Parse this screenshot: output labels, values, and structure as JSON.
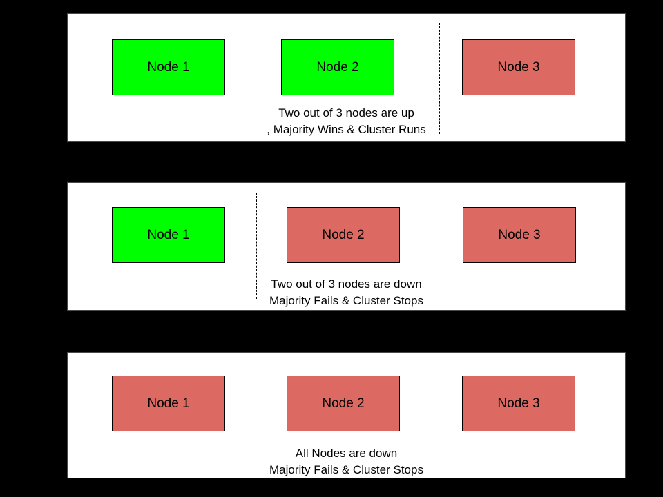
{
  "colors": {
    "page_background": "#000000",
    "panel_background": "#ffffff",
    "node_up": "#00ff00",
    "node_down": "#dc6a63",
    "node_border": "#000000",
    "divider": "#000000",
    "text": "#000000"
  },
  "panels": [
    {
      "name": "two-nodes-up",
      "nodes": [
        {
          "label": "Node 1",
          "status": "up"
        },
        {
          "label": "Node 2",
          "status": "up"
        },
        {
          "label": "Node 3",
          "status": "down"
        }
      ],
      "divider": "between Node 2 and Node 3",
      "caption_line1": "Two out of 3 nodes are up",
      "caption_line2": ", Majority Wins & Cluster Runs"
    },
    {
      "name": "two-nodes-down",
      "nodes": [
        {
          "label": "Node 1",
          "status": "up"
        },
        {
          "label": "Node 2",
          "status": "down"
        },
        {
          "label": "Node 3",
          "status": "down"
        }
      ],
      "divider": "between Node 1 and Node 2",
      "caption_line1": "Two out of 3 nodes are down",
      "caption_line2": "Majority Fails & Cluster Stops"
    },
    {
      "name": "all-nodes-down",
      "nodes": [
        {
          "label": "Node 1",
          "status": "down"
        },
        {
          "label": "Node 2",
          "status": "down"
        },
        {
          "label": "Node 3",
          "status": "down"
        }
      ],
      "divider": "none",
      "caption_line1": "All Nodes are down",
      "caption_line2": "Majority Fails & Cluster Stops"
    }
  ]
}
